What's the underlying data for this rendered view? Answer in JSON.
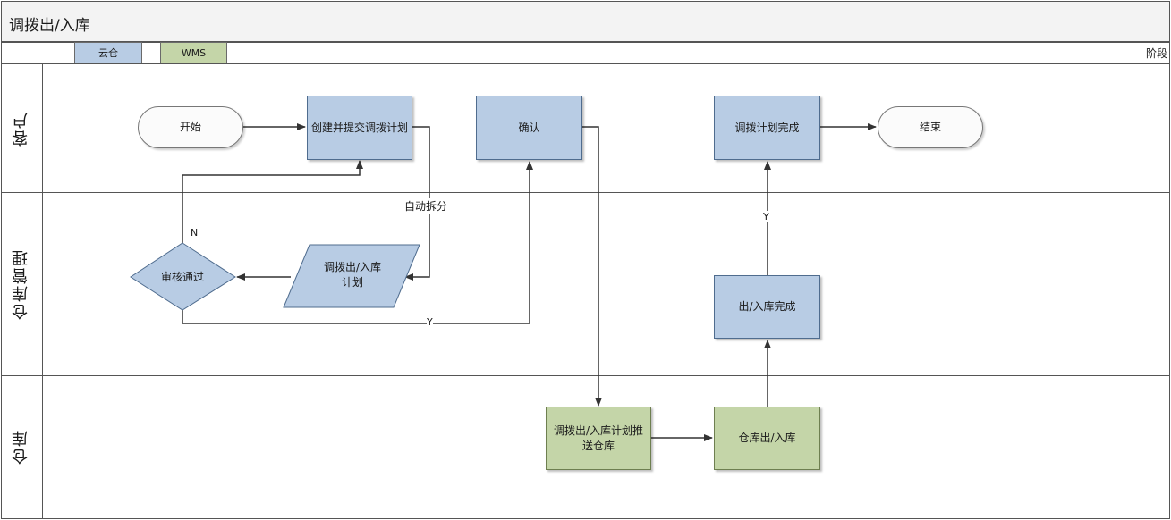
{
  "header": {
    "title": "调拨出/入库"
  },
  "legend": {
    "cloud": "云仓",
    "wms": "WMS",
    "phase": "阶段"
  },
  "lanes": {
    "customer": "客户",
    "warehouse_mgmt": "仓库管理",
    "warehouse": "仓库"
  },
  "nodes": {
    "start": "开始",
    "create_submit": "创建并提交调拨计划",
    "confirm": "确认",
    "plan_done": "调拨计划完成",
    "end": "结束",
    "review_pass": "审核通过",
    "plan_doc": "调拨出/入库计划",
    "inout_done": "出/入库完成",
    "push_warehouse": "调拨出/入库计划推送仓库",
    "wh_inout": "仓库出/入库"
  },
  "edge_labels": {
    "auto_split": "自动拆分",
    "no": "N",
    "yes1": "Y",
    "yes2": "Y"
  },
  "colors": {
    "blue": "#b8cce4",
    "green": "#c4d5a8",
    "line": "#333333"
  }
}
